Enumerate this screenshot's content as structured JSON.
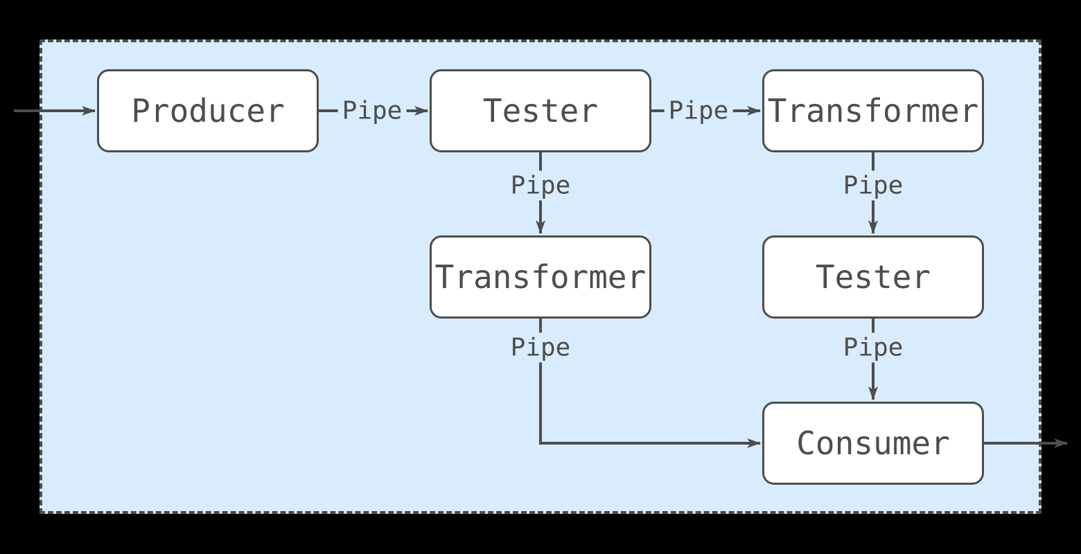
{
  "diagram": {
    "title": "pipeline-diagram",
    "nodes": [
      {
        "id": "producer",
        "label": "Producer"
      },
      {
        "id": "tester-top",
        "label": "Tester"
      },
      {
        "id": "transformer-top",
        "label": "Transformer"
      },
      {
        "id": "transformer-mid",
        "label": "Transformer"
      },
      {
        "id": "tester-mid",
        "label": "Tester"
      },
      {
        "id": "consumer",
        "label": "Consumer"
      }
    ],
    "edges": [
      {
        "from": "input",
        "to": "producer",
        "label": ""
      },
      {
        "from": "producer",
        "to": "tester-top",
        "label": "Pipe"
      },
      {
        "from": "tester-top",
        "to": "transformer-top",
        "label": "Pipe"
      },
      {
        "from": "tester-top",
        "to": "transformer-mid",
        "label": "Pipe"
      },
      {
        "from": "transformer-top",
        "to": "tester-mid",
        "label": "Pipe"
      },
      {
        "from": "transformer-mid",
        "to": "consumer",
        "label": "Pipe"
      },
      {
        "from": "tester-mid",
        "to": "consumer",
        "label": "Pipe"
      },
      {
        "from": "consumer",
        "to": "output",
        "label": ""
      }
    ],
    "colors": {
      "page_background": "#000000",
      "container_fill": "#d9ecfd",
      "stroke": "#4d4d4d",
      "node_fill": "#ffffff",
      "text": "#4d4d4d"
    }
  }
}
